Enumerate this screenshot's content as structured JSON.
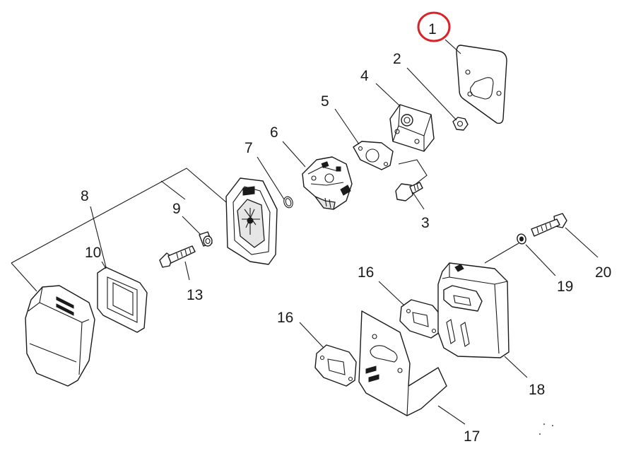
{
  "labels": {
    "l1": "1",
    "l2": "2",
    "l3": "3",
    "l4": "4",
    "l5": "5",
    "l6": "6",
    "l7": "7",
    "l8": "8",
    "l9": "9",
    "l10": "10",
    "l13": "13",
    "l16a": "16",
    "l16b": "16",
    "l17": "17",
    "l18": "18",
    "l19": "19",
    "l20": "20"
  },
  "highlight": {
    "color": "#d9232a"
  }
}
